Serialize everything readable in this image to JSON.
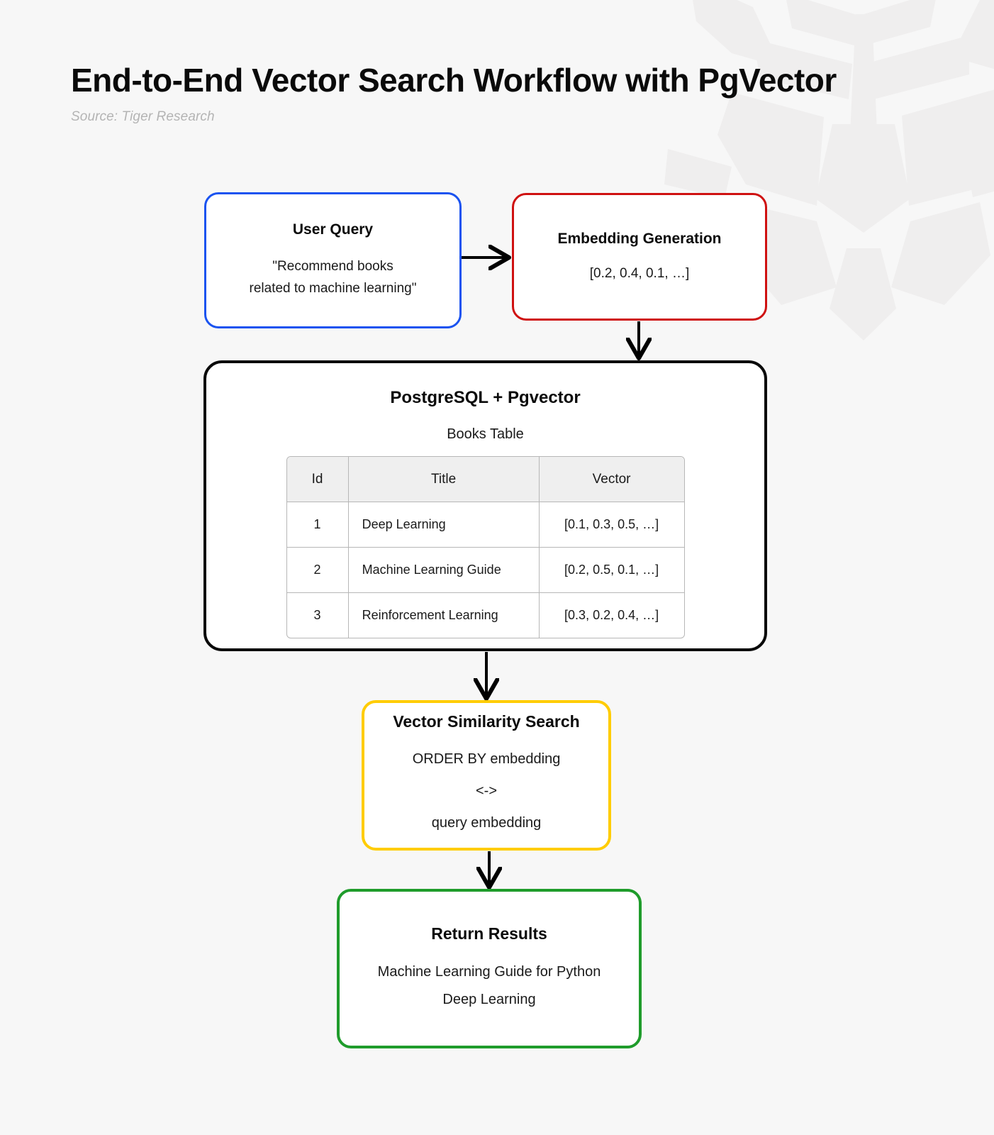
{
  "header": {
    "title": "End-to-End Vector Search Workflow with PgVector",
    "subtitle": "Source: Tiger Research"
  },
  "colors": {
    "background": "#f7f7f7",
    "user_query_border": "#1a53f0",
    "embedding_border": "#cf1111",
    "database_border": "#0a0a0a",
    "similarity_border": "#FFCC00",
    "results_border": "#1f9c2b",
    "arrow": "#000000",
    "table_header_bg": "#efefef",
    "table_border": "#b7b7b7"
  },
  "nodes": {
    "user_query": {
      "title": "User Query",
      "line1": "\"Recommend books",
      "line2": "related to machine learning\""
    },
    "embedding": {
      "title": "Embedding Generation",
      "vector": "[0.2, 0.4, 0.1, …]"
    },
    "database": {
      "title": "PostgreSQL + Pgvector",
      "table_caption": "Books Table",
      "table": {
        "columns": [
          "Id",
          "Title",
          "Vector"
        ],
        "rows": [
          [
            "1",
            "Deep Learning",
            "[0.1, 0.3, 0.5, …]"
          ],
          [
            "2",
            "Machine Learning Guide",
            "[0.2, 0.5, 0.1, …]"
          ],
          [
            "3",
            "Reinforcement Learning",
            "[0.3, 0.2, 0.4, …]"
          ]
        ]
      }
    },
    "similarity": {
      "title": "Vector Similarity Search",
      "line1": "ORDER BY embedding",
      "line2": "<->",
      "line3": "query embedding"
    },
    "results": {
      "title": "Return Results",
      "line1": "Machine Learning Guide for Python",
      "line2": "Deep Learning"
    }
  },
  "flow": {
    "edges": [
      {
        "from": "user_query",
        "to": "embedding",
        "direction": "right"
      },
      {
        "from": "embedding",
        "to": "database",
        "direction": "down"
      },
      {
        "from": "database",
        "to": "similarity",
        "direction": "down"
      },
      {
        "from": "similarity",
        "to": "results",
        "direction": "down"
      }
    ]
  },
  "watermark": {
    "name": "tiger-head-logo"
  }
}
